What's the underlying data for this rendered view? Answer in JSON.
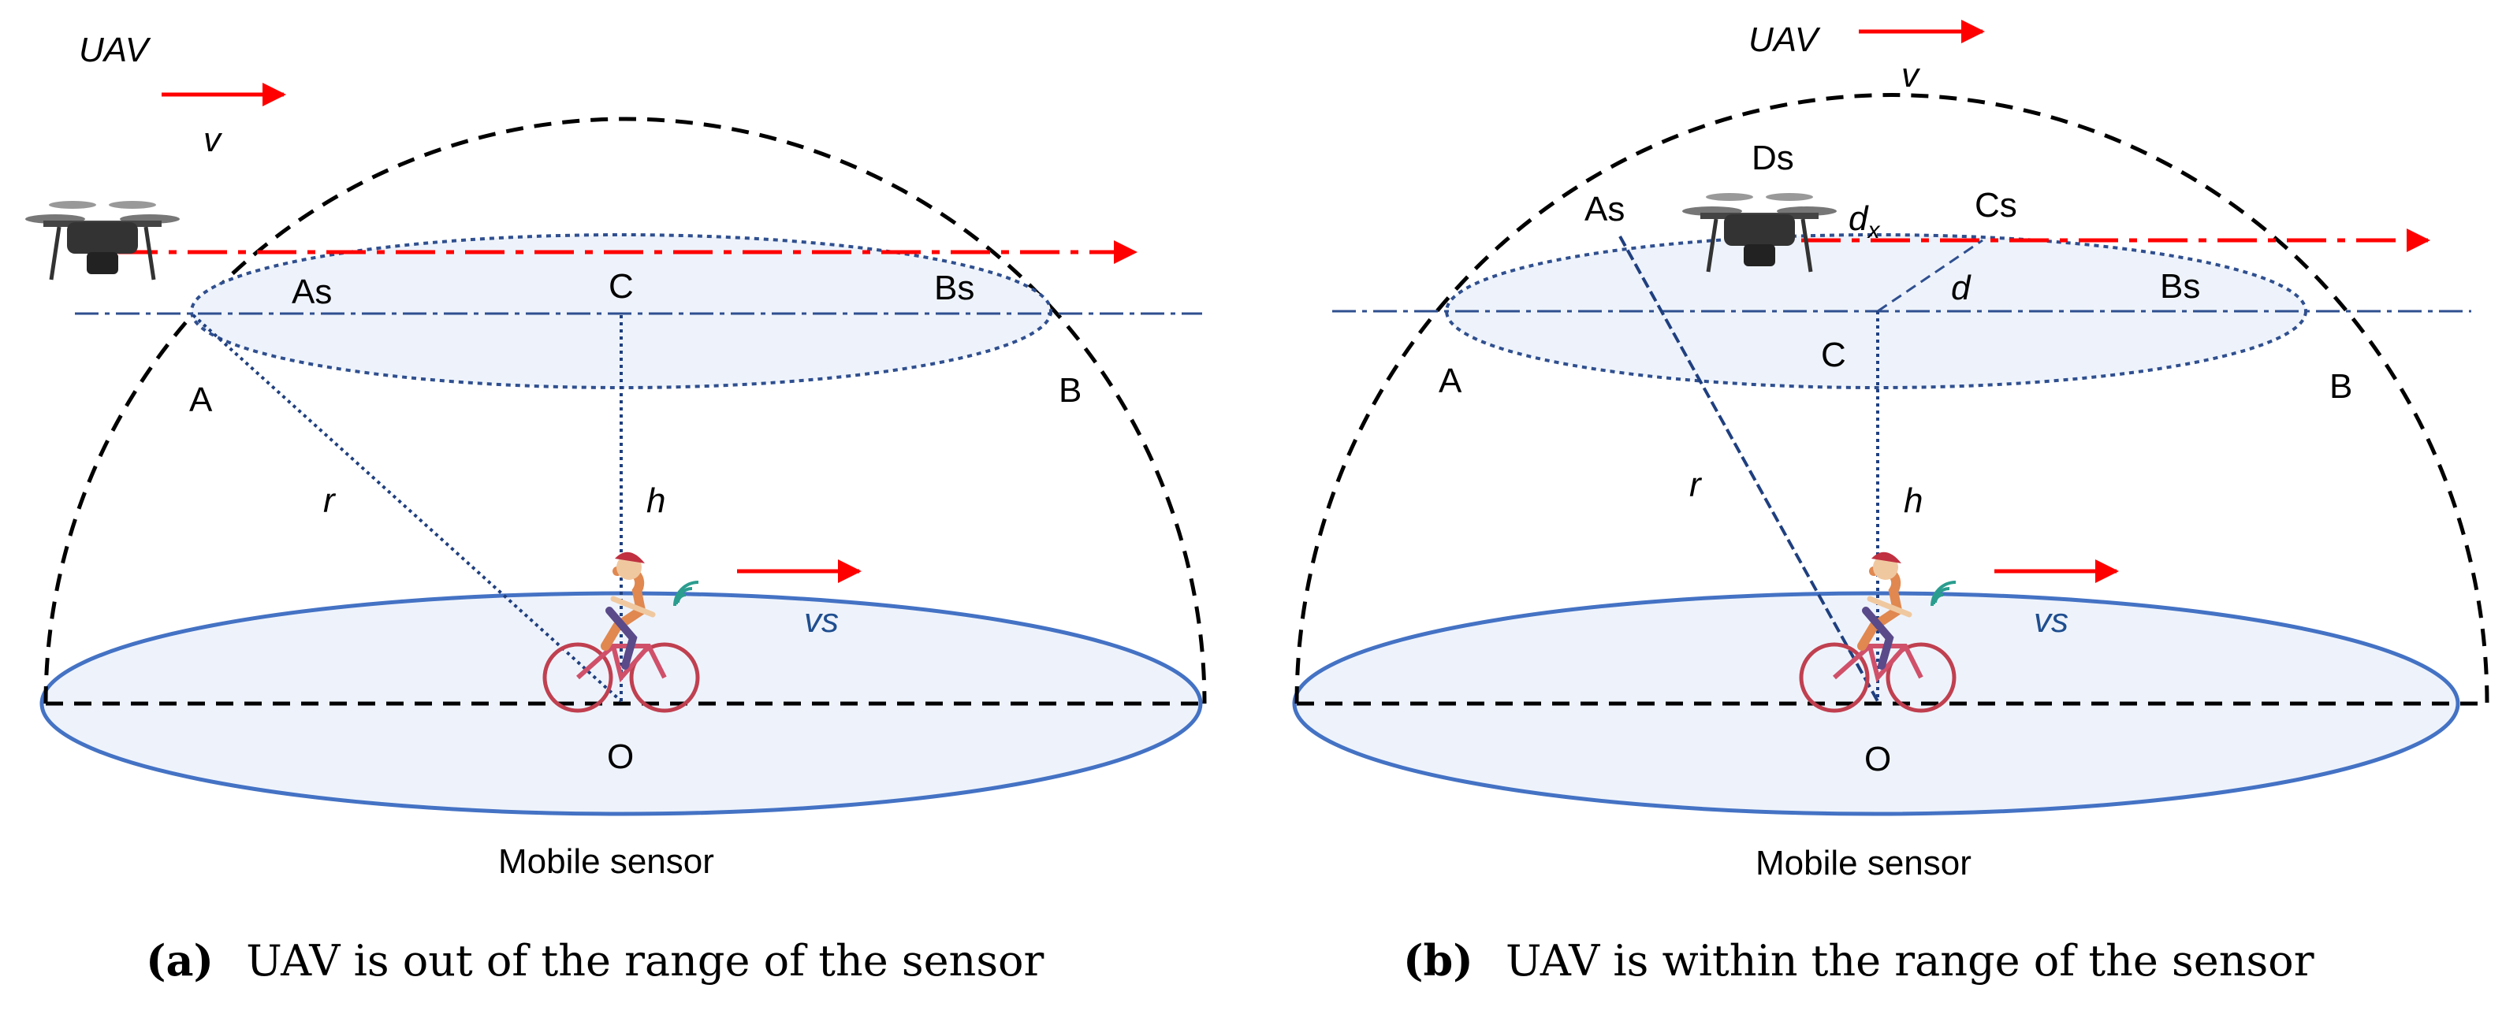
{
  "panels": [
    {
      "uav_label": "UAV",
      "v_label": "v",
      "points": {
        "As": "As",
        "Bs": "Bs",
        "C": "C",
        "A": "A",
        "B": "B",
        "O": "O"
      },
      "r_label": "r",
      "h_label": "h",
      "vs_label": "vs",
      "sensor_label": "Mobile sensor",
      "caption_tag": "(a)",
      "caption_text": "UAV is out of the range of the sensor"
    },
    {
      "uav_label": "UAV",
      "v_label": "v",
      "points": {
        "As": "As",
        "Bs": "Bs",
        "Cs": "Cs",
        "Ds": "Ds",
        "C": "C",
        "A": "A",
        "B": "B",
        "O": "O"
      },
      "dx_label": "d",
      "dx_sub": "x",
      "d_label": "d",
      "r_label": "r",
      "h_label": "h",
      "vs_label": "vs",
      "sensor_label": "Mobile sensor",
      "caption_tag": "(b)",
      "caption_text": "UAV is within the range of the sensor"
    }
  ],
  "colors": {
    "arrow": "#ff0000",
    "dome": "#000000",
    "ellipse_stroke": "#4472c4",
    "ellipse_fill": "#eef3fb",
    "dashdot_blue": "#2f4f8f"
  },
  "icons": [
    "drone-icon",
    "cyclist-icon",
    "wifi-signal-icon"
  ]
}
